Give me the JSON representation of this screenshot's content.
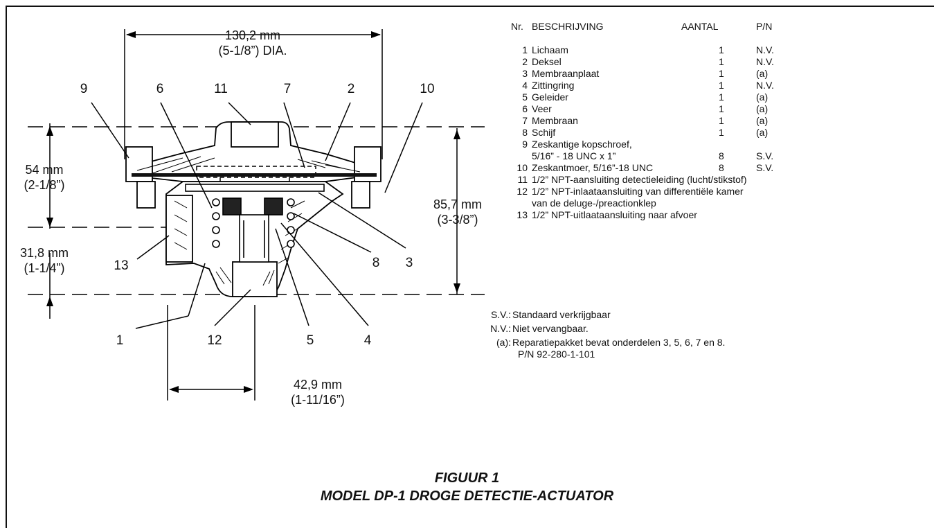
{
  "dimensions": {
    "top_width_mm": "130,2 mm",
    "top_width_in": "(5-1/8”) DIA.",
    "left_upper_mm": "54 mm",
    "left_upper_in": "(2-1/8”)",
    "left_lower_mm": "31,8 mm",
    "left_lower_in": "(1-1/4”)",
    "right_height_mm": "85,7 mm",
    "right_height_in": "(3-3/8”)",
    "bottom_width_mm": "42,9 mm",
    "bottom_width_in": "(1-11/16”)"
  },
  "callouts": [
    "9",
    "6",
    "11",
    "7",
    "2",
    "10",
    "13",
    "8",
    "3",
    "1",
    "12",
    "5",
    "4"
  ],
  "parts_table": {
    "headers": {
      "nr": "Nr.",
      "description": "BESCHRIJVING",
      "quantity": "AANTAL",
      "pn": "P/N"
    },
    "rows": [
      {
        "nr": "1",
        "description": "Lichaam",
        "quantity": "1",
        "pn": "N.V."
      },
      {
        "nr": "2",
        "description": "Deksel",
        "quantity": "1",
        "pn": "N.V."
      },
      {
        "nr": "3",
        "description": "Membraanplaat",
        "quantity": "1",
        "pn": "(a)"
      },
      {
        "nr": "4",
        "description": "Zittingring",
        "quantity": "1",
        "pn": "N.V."
      },
      {
        "nr": "5",
        "description": "Geleider",
        "quantity": "1",
        "pn": "(a)"
      },
      {
        "nr": "6",
        "description": "Veer",
        "quantity": "1",
        "pn": "(a)"
      },
      {
        "nr": "7",
        "description": "Membraan",
        "quantity": "1",
        "pn": "(a)"
      },
      {
        "nr": "8",
        "description": "Schijf",
        "quantity": "1",
        "pn": "(a)"
      },
      {
        "nr": "9",
        "description": "Zeskantige kopschroef,",
        "description2": "5/16” - 18 UNC x 1”",
        "quantity": "8",
        "pn": "S.V."
      },
      {
        "nr": "10",
        "description": "Zeskantmoer, 5/16”-18 UNC",
        "quantity": "8",
        "pn": "S.V."
      },
      {
        "nr": "11",
        "description": "1/2” NPT-aansluiting detectieleiding (lucht/stikstof)",
        "quantity": "",
        "pn": ""
      },
      {
        "nr": "12",
        "description": "1/2” NPT-inlaataansluiting van differentiële kamer",
        "description2": "van de deluge-/preactionklep",
        "quantity": "",
        "pn": ""
      },
      {
        "nr": "13",
        "description": "1/2” NPT-uitlaataansluiting naar afvoer",
        "quantity": "",
        "pn": ""
      }
    ]
  },
  "notes": [
    {
      "key": "S.V.:",
      "text": "Standaard verkrijgbaar"
    },
    {
      "key": "N.V.:",
      "text": "Niet vervangbaar."
    },
    {
      "key": "(a):",
      "text": "Reparatiepakket bevat onderdelen 3, 5, 6, 7 en 8.",
      "text2": "P/N 92-280-1-101"
    }
  ],
  "caption": {
    "line1": "FIGUUR 1",
    "line2": "MODEL DP-1 DROGE DETECTIE-ACTUATOR"
  }
}
